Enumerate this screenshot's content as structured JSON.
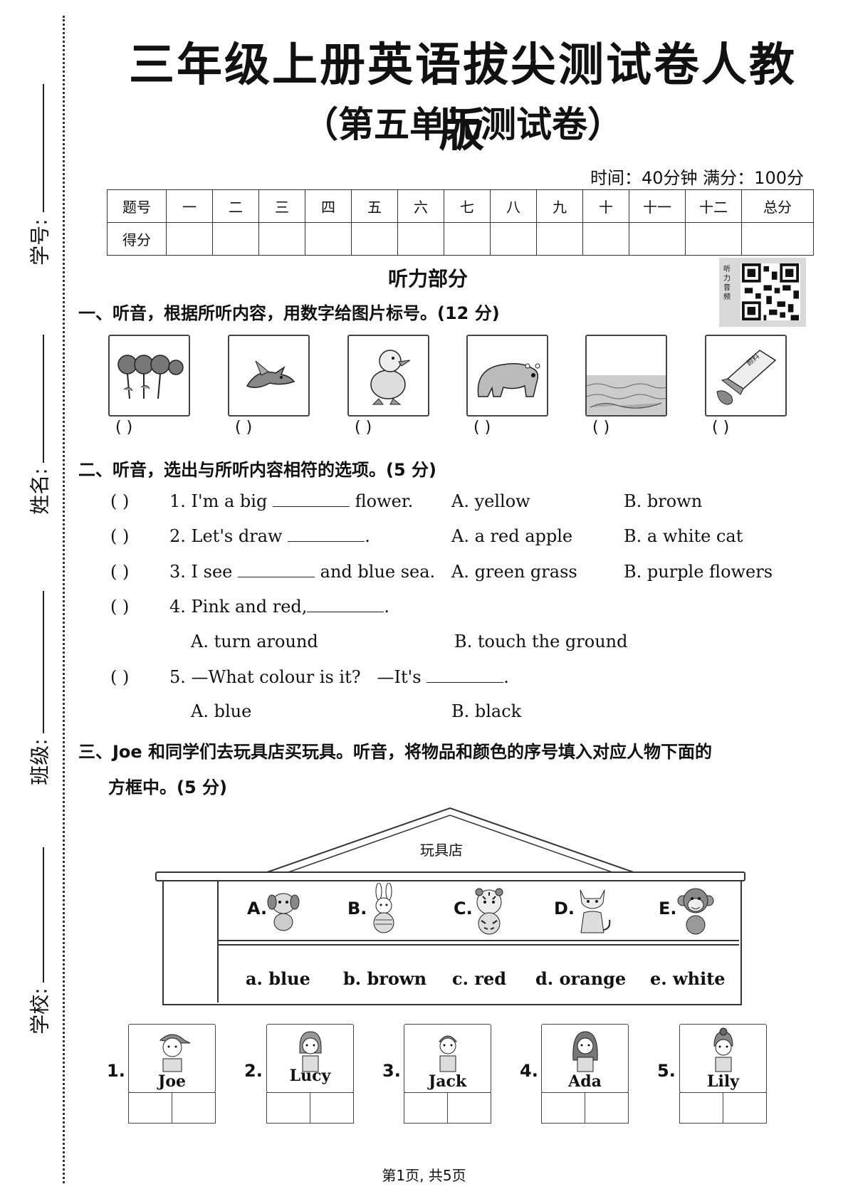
{
  "sidebar": {
    "xuehao": "学号:",
    "xingming": "姓名:",
    "banji": "班级:",
    "xuexiao": "学校:"
  },
  "header": {
    "title": "三年级上册英语拔尖测试卷人教版",
    "subtitle": "（第五单元测试卷）",
    "time_info": "时间：40分钟  满分：100分"
  },
  "score_table": {
    "row1": [
      "题号",
      "一",
      "二",
      "三",
      "四",
      "五",
      "六",
      "七",
      "八",
      "九",
      "十",
      "十一",
      "十二",
      "总分"
    ],
    "row2_label": "得分"
  },
  "listening": {
    "heading": "听力部分",
    "qr_text": "听力音频"
  },
  "section1": {
    "title": "一、听音，根据所听内容，用数字给图片标号。(12 分)",
    "pictures": [
      "roses-picture",
      "bird-picture",
      "duck-picture",
      "bear-picture",
      "sea-picture",
      "paint-tube-picture"
    ],
    "paren": "(        )"
  },
  "section2": {
    "title": "二、听音，选出与所听内容相符的选项。(5 分)",
    "paren": "(        )",
    "q1": {
      "pre": "1. I'm a big",
      "post": "flower.",
      "a": "A. yellow",
      "b": "B. brown"
    },
    "q2": {
      "pre": "2. Let's draw",
      "post": ".",
      "a": "A. a red apple",
      "b": "B. a white cat"
    },
    "q3": {
      "pre": "3. I see",
      "post": "and blue sea.",
      "a": "A. green grass",
      "b": "B. purple flowers"
    },
    "q4": {
      "pre": "4. Pink and red,",
      "post": ".",
      "a": "A. turn around",
      "b": "B. touch the ground"
    },
    "q5": {
      "pre": "5. —What colour is it?",
      "mid": "—It's",
      "post": ".",
      "a": "A. blue",
      "b": "B. black"
    }
  },
  "section3": {
    "title": "三、Joe 和同学们去玩具店买玩具。听音，将物品和颜色的序号填入对应人物下面的",
    "title2": "方框中。(5 分)",
    "store_name": "玩具店",
    "items": [
      "A.",
      "B.",
      "C.",
      "D.",
      "E."
    ],
    "item_icons": [
      "dog-toy-icon",
      "rabbit-toy-icon",
      "tiger-toy-icon",
      "cat-toy-icon",
      "monkey-toy-icon"
    ],
    "colors": [
      "a. blue",
      "b. brown",
      "c. red",
      "d. orange",
      "e. white"
    ],
    "kids": [
      {
        "num": "1.",
        "name": "Joe"
      },
      {
        "num": "2.",
        "name": "Lucy"
      },
      {
        "num": "3.",
        "name": "Jack"
      },
      {
        "num": "4.",
        "name": "Ada"
      },
      {
        "num": "5.",
        "name": "Lily"
      }
    ]
  },
  "footer": {
    "page": "第1页, 共5页"
  }
}
